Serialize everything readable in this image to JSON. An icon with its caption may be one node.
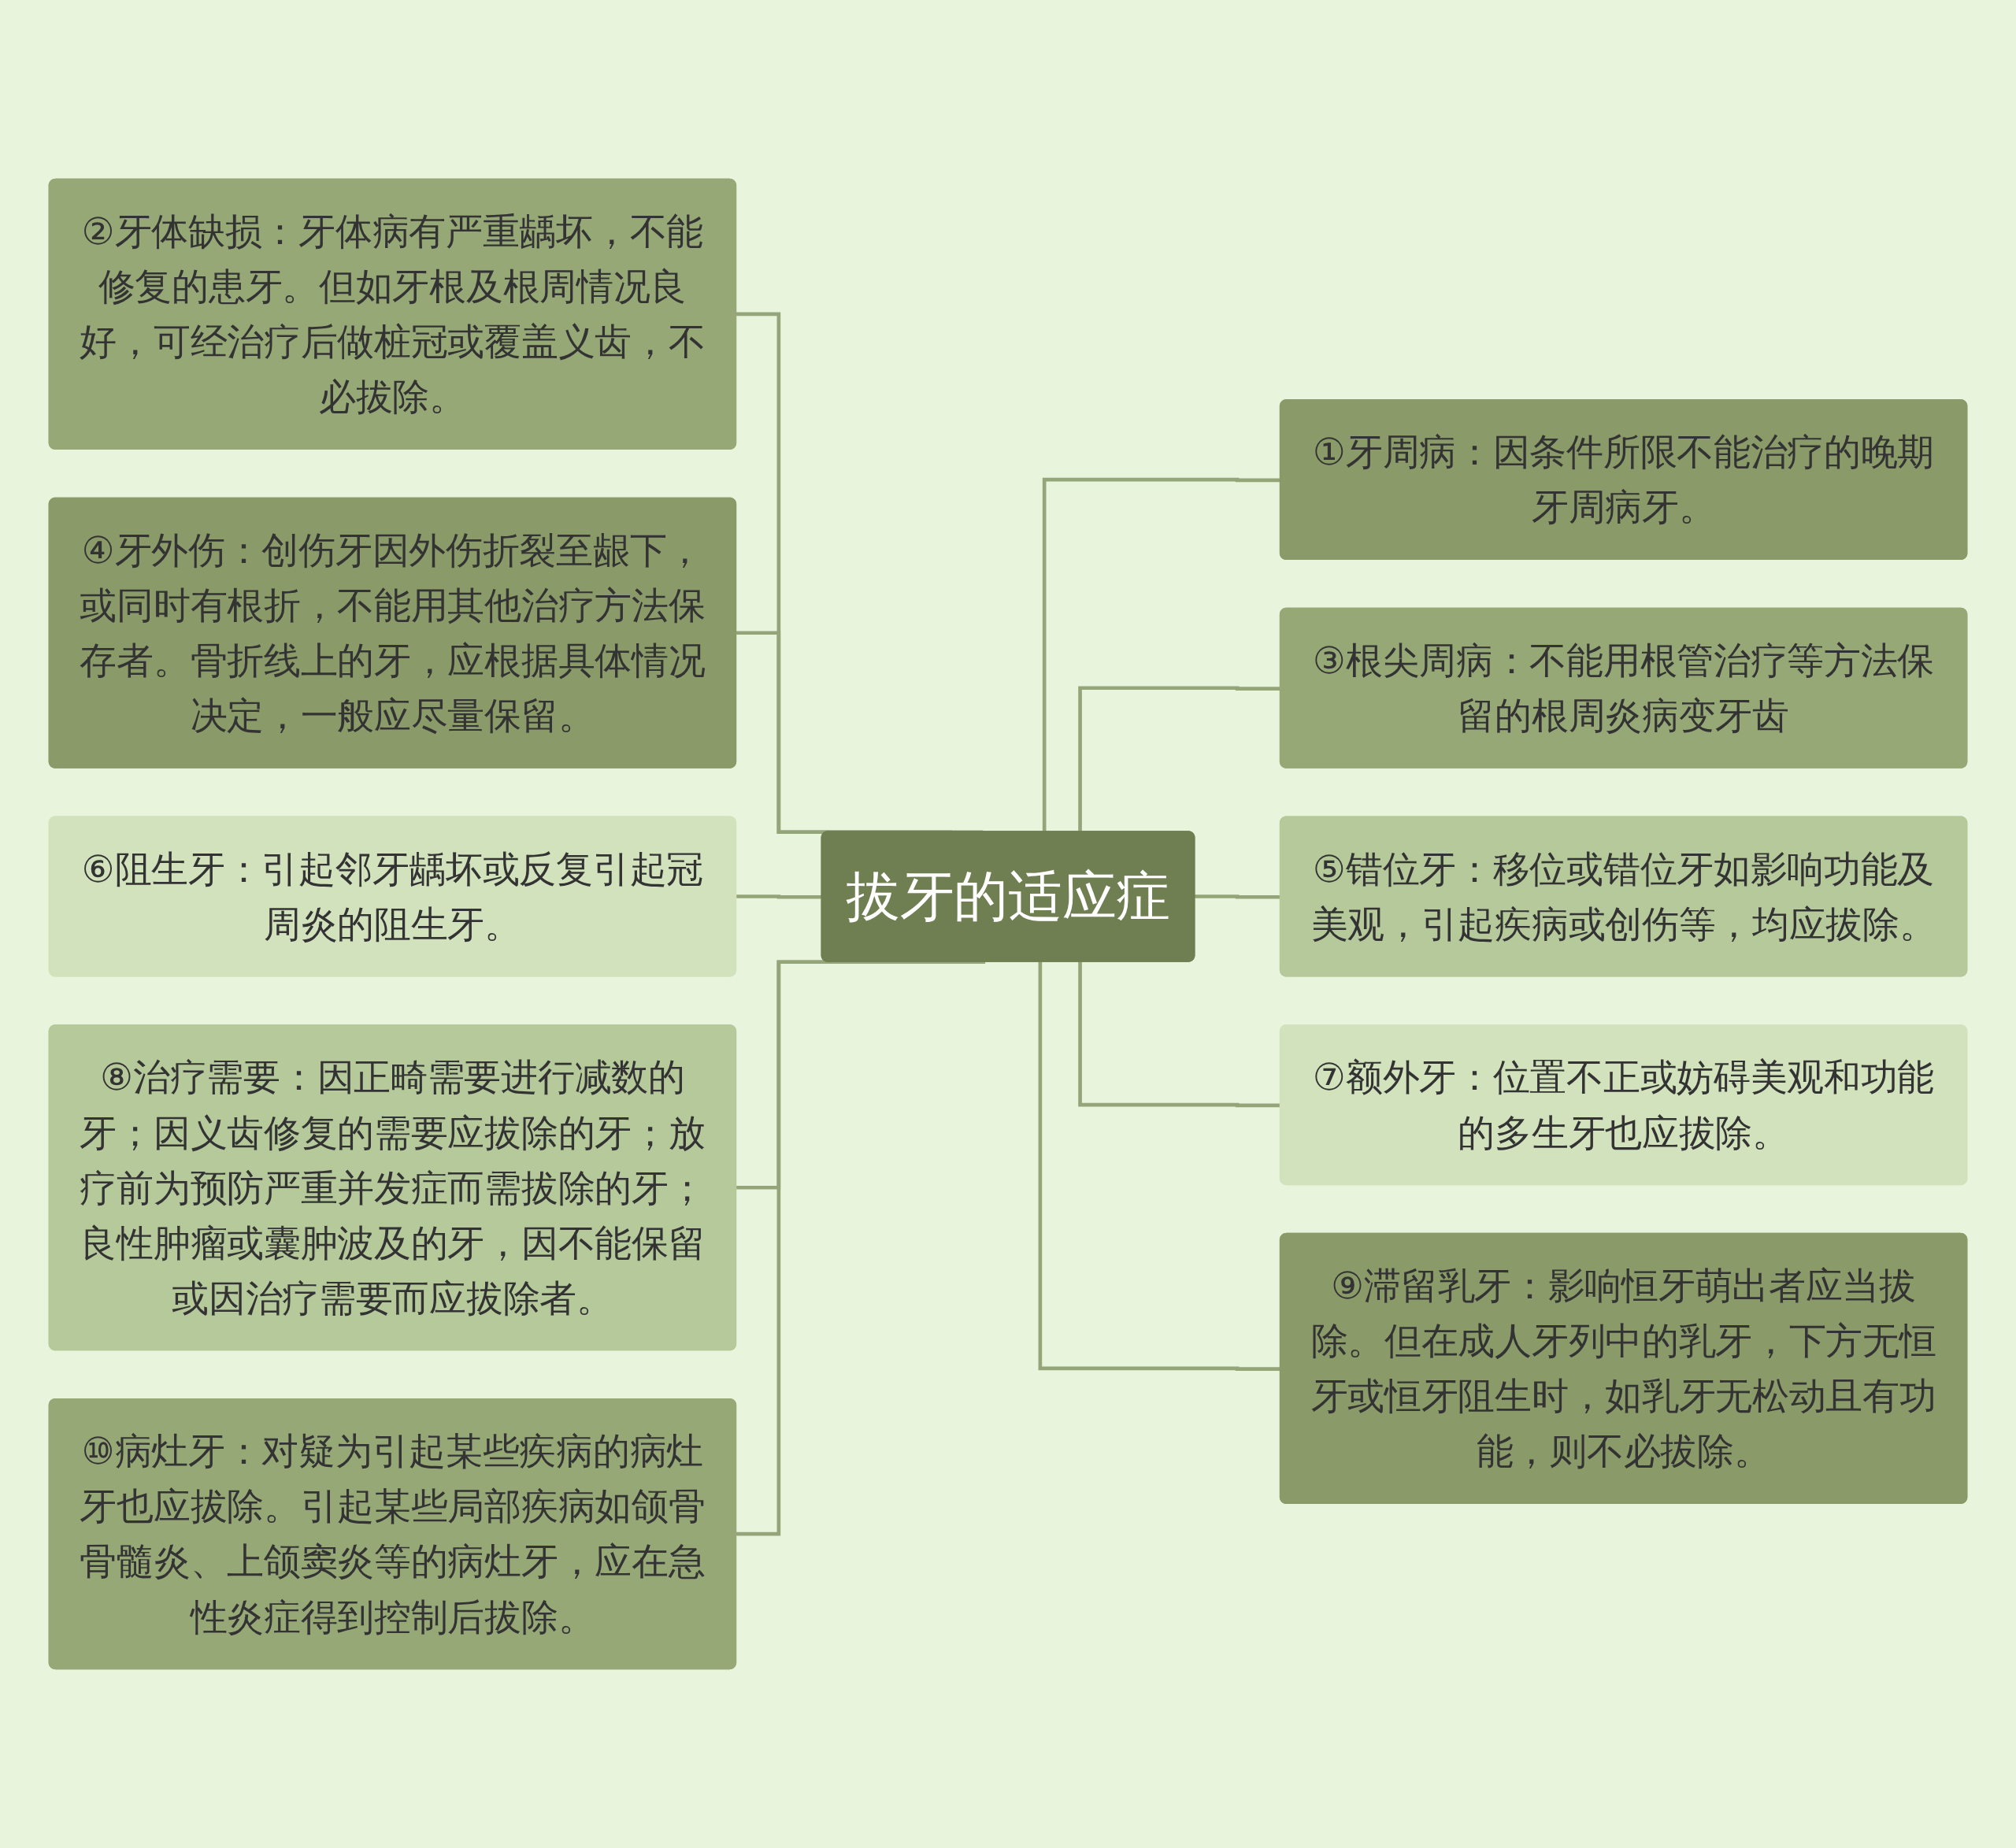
{
  "diagram": {
    "nodes": [
      {
        "text": [
          "拔牙的适应症"
        ]
      },
      {
        "text": [
          "②牙体缺损：牙体病有严重龋坏，不能修复的患牙。但如牙根及根周情况良好，可经治疗后做桩冠或覆盖义齿，不必拔除。"
        ]
      },
      {
        "text": [
          "④牙外伤：创伤牙因外伤折裂至龈下，或同时有根折，不能用其他治疗方法保存者。骨折线上的牙，应根据具体情况决定，一般应尽量保留。"
        ]
      },
      {
        "text": [
          "⑥阻生牙：引起邻牙龋坏或反复引起冠周炎的阻生牙。"
        ]
      },
      {
        "text": [
          "⑧治疗需要：因正畸需要进行减数的牙；因义齿修复的需要应拔除的牙；放疗前为预防严重并发症而需拔除的牙；良性肿瘤或囊肿波及的牙，因不能保留或因治疗需要而应拔除者。"
        ]
      },
      {
        "text": [
          "⑩病灶牙：对疑为引起某些疾病的病灶牙也应拔除。引起某些局部疾病如颌骨骨髓炎、上颌窦炎等的病灶牙，应在急性炎症得到控制后拔除。"
        ]
      },
      {
        "text": [
          "①牙周病：因条件所限不能治疗的晚期牙周病牙。"
        ]
      },
      {
        "text": [
          "③根尖周病：不能用根管治疗等方法保留的根周炎病变牙齿"
        ]
      },
      {
        "text": [
          "⑤错位牙：移位或错位牙如影响功能及美观，引起疾病或创伤等，均应拔除。"
        ]
      },
      {
        "text": [
          "⑦额外牙：位置不正或妨碍美观和功能的多生牙也应拔除。"
        ]
      },
      {
        "text": [
          "⑨滞留乳牙：影响恒牙萌出者应当拔除。但在成人牙列中的乳牙，下方无恒牙或恒牙阻生时，如乳牙无松动且有功能，则不必拔除。"
        ]
      }
    ],
    "edges": [
      {
        "from": 1,
        "to": 0,
        "arrow": "none"
      },
      {
        "from": 2,
        "to": 0,
        "arrow": "none"
      },
      {
        "from": 3,
        "to": 0,
        "arrow": "none"
      },
      {
        "from": 4,
        "to": 0,
        "arrow": "none"
      },
      {
        "from": 5,
        "to": 0,
        "arrow": "none"
      },
      {
        "from": 0,
        "to": 6,
        "arrow": "none"
      },
      {
        "from": 0,
        "to": 7,
        "arrow": "none"
      },
      {
        "from": 0,
        "to": 8,
        "arrow": "none"
      },
      {
        "from": 0,
        "to": 9,
        "arrow": "none"
      },
      {
        "from": 0,
        "to": 10,
        "arrow": "none"
      }
    ]
  }
}
